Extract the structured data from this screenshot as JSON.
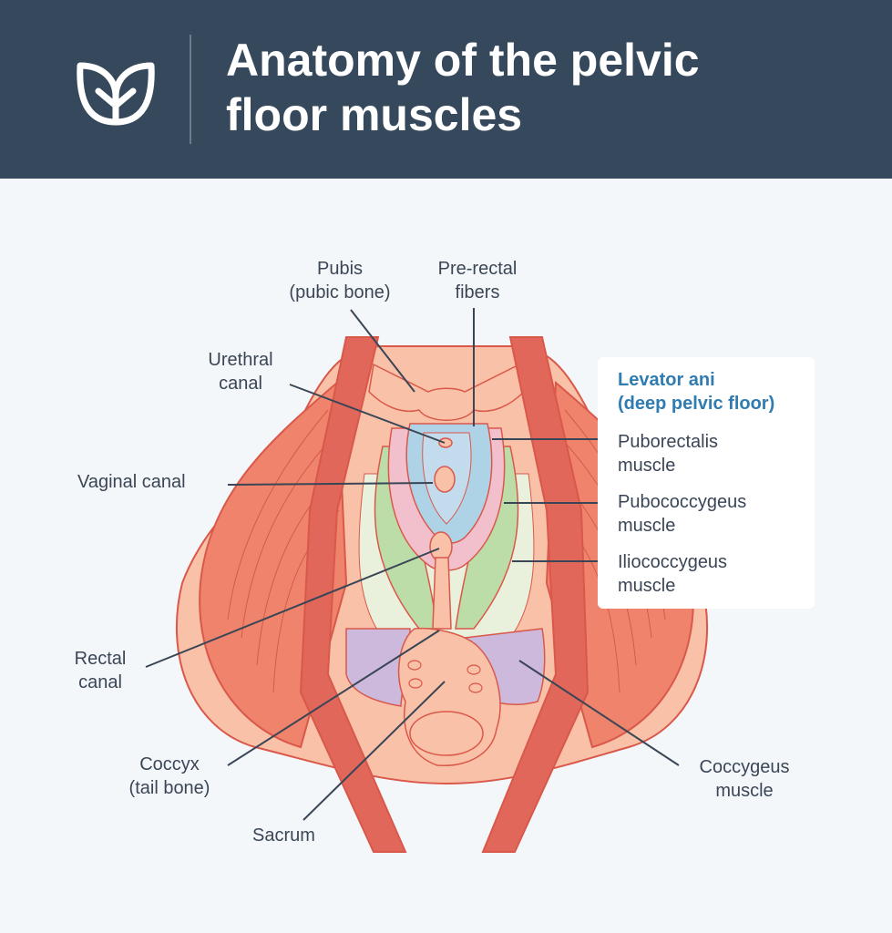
{
  "header": {
    "title_line1": "Anatomy of the pelvic",
    "title_line2": "floor muscles",
    "logo_icon": "sprout-leaf-icon"
  },
  "labels": {
    "pubis": [
      "Pubis",
      "(pubic bone)"
    ],
    "pre_rectal": [
      "Pre-rectal",
      "fibers"
    ],
    "urethral": [
      "Urethral",
      "canal"
    ],
    "vaginal": "Vaginal canal",
    "rectal": [
      "Rectal",
      "canal"
    ],
    "coccyx": [
      "Coccyx",
      "(tail bone)"
    ],
    "sacrum": "Sacrum",
    "coccygeus": [
      "Coccygeus",
      "muscle"
    ]
  },
  "legend": {
    "title": [
      "Levator ani",
      "(deep pelvic floor)"
    ],
    "items": [
      [
        "Puborectalis",
        "muscle"
      ],
      [
        "Pubococcygeus",
        "muscle"
      ],
      [
        "Iliococcygeus",
        "muscle"
      ]
    ]
  },
  "colors": {
    "header_bg": "#36485c",
    "background": "#f4f7fa",
    "muscle_red": "#f0836c",
    "muscle_outline": "#d9584a",
    "skin_peach": "#f9c1a8",
    "puborectalis_pink": "#f2c0cc",
    "pubococcygeus_green": "#bcdca8",
    "urethral_blue": "#aed2e6",
    "coccygeus_lilac": "#cdb9dc",
    "legend_title": "#2f7cb0",
    "text": "#3a4656"
  }
}
